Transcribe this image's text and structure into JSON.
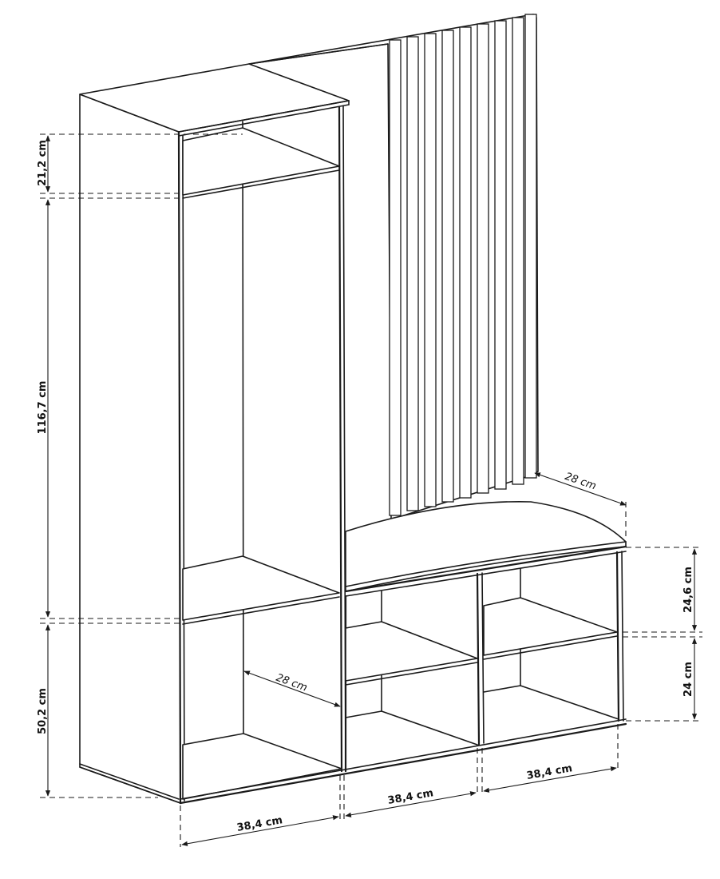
{
  "dimensions": {
    "top_shelf_height": "21,2 cm",
    "hanging_height": "116,7 cm",
    "lower_height": "50,2 cm",
    "left_depth": "28 cm",
    "bench_depth": "28 cm",
    "upper_cubby_height": "24,6 cm",
    "lower_cubby_height": "24 cm",
    "width_left": "38,4 cm",
    "width_middle": "38,4 cm",
    "width_right": "38,4 cm"
  }
}
